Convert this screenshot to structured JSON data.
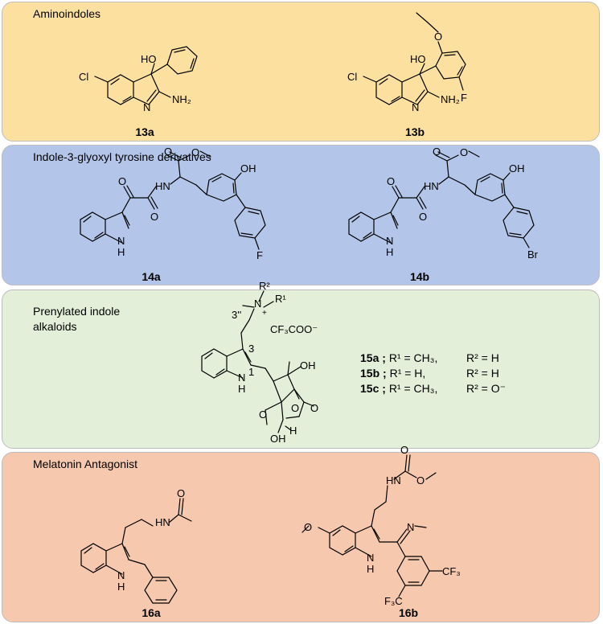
{
  "colors": {
    "panel1": "#fbe0a0",
    "panel2": "#b3c5e8",
    "panel3": "#e3efd9",
    "panel4": "#f6c8ad"
  },
  "panels": [
    {
      "title": "Aminoindoles",
      "compounds": [
        "13a",
        "13b"
      ]
    },
    {
      "title": "Indole-3-glyoxyl tyrosine derivatives",
      "compounds": [
        "14a",
        "14b"
      ]
    },
    {
      "title_line1": "Prenylated indole",
      "title_line2": "alkaloids"
    },
    {
      "title": "Melatonin Antagonist",
      "compounds": [
        "16a",
        "16b"
      ]
    }
  ],
  "legend": [
    {
      "id": "15a ;",
      "r1": "R¹ = CH₃,",
      "r2": "R² = H"
    },
    {
      "id": "15b ;",
      "r1": "R¹ = H,",
      "r2": "R² = H"
    },
    {
      "id": "15c ;",
      "r1": "R¹ = CH₃,",
      "r2": "R² = O⁻"
    }
  ],
  "atoms": {
    "cl": "Cl",
    "ho": "HO",
    "nh2": "NH₂",
    "n": "N",
    "f": "F",
    "o": "O",
    "oh": "OH",
    "hn": "HN",
    "nh": "N",
    "h": "H",
    "br": "Br",
    "r1": "R¹",
    "r2": "R²",
    "nplus": "N",
    "plus": "+",
    "pos3pp": "3''",
    "tfa": "CF₃COO⁻",
    "pos3": "3",
    "pos1": "1",
    "cf3": "CF₃",
    "f3c": "F₃C"
  }
}
